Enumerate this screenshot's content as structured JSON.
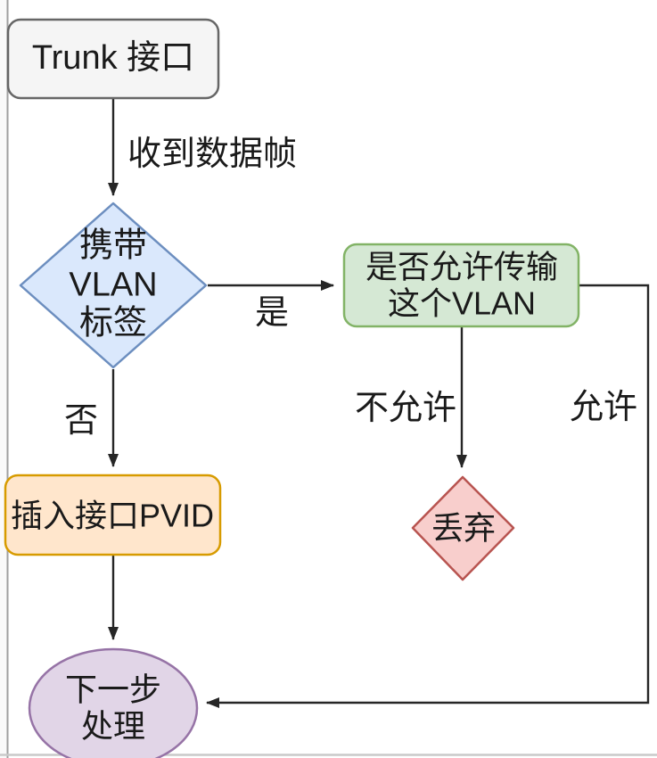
{
  "canvas": {
    "background": "#ffffff",
    "left_border_color": "#a0a0a0",
    "bottom_border_color": "#c9c9c9",
    "connector_color": "#262626",
    "text_color": "#1a1a1a"
  },
  "nodes": [
    {
      "id": "trunk-port",
      "shape": "rounded-rect",
      "fill": "#f5f5f5",
      "stroke": "#666666",
      "lines": [
        "Trunk 接口"
      ]
    },
    {
      "id": "has-vlan-tag",
      "shape": "diamond",
      "fill": "#dae8fc",
      "stroke": "#6c8ebf",
      "lines": [
        "携带",
        "VLAN",
        "标签"
      ]
    },
    {
      "id": "allow-vlan",
      "shape": "rounded-rect",
      "fill": "#d5e8d4",
      "stroke": "#82b366",
      "lines": [
        "是否允许传输",
        "这个VLAN"
      ]
    },
    {
      "id": "insert-pvid",
      "shape": "rounded-rect",
      "fill": "#ffe6cc",
      "stroke": "#d79b00",
      "lines": [
        "插入接口PVID"
      ]
    },
    {
      "id": "discard",
      "shape": "diamond",
      "fill": "#f8cecc",
      "stroke": "#b85450",
      "lines": [
        "丢弃"
      ]
    },
    {
      "id": "next-step",
      "shape": "ellipse",
      "fill": "#e1d5e7",
      "stroke": "#9673a6",
      "lines": [
        "下一步",
        "处理"
      ]
    }
  ],
  "edge_labels": {
    "receive_frame": "收到数据帧",
    "yes": "是",
    "no": "否",
    "not_allowed": "不允许",
    "allowed": "允许"
  }
}
